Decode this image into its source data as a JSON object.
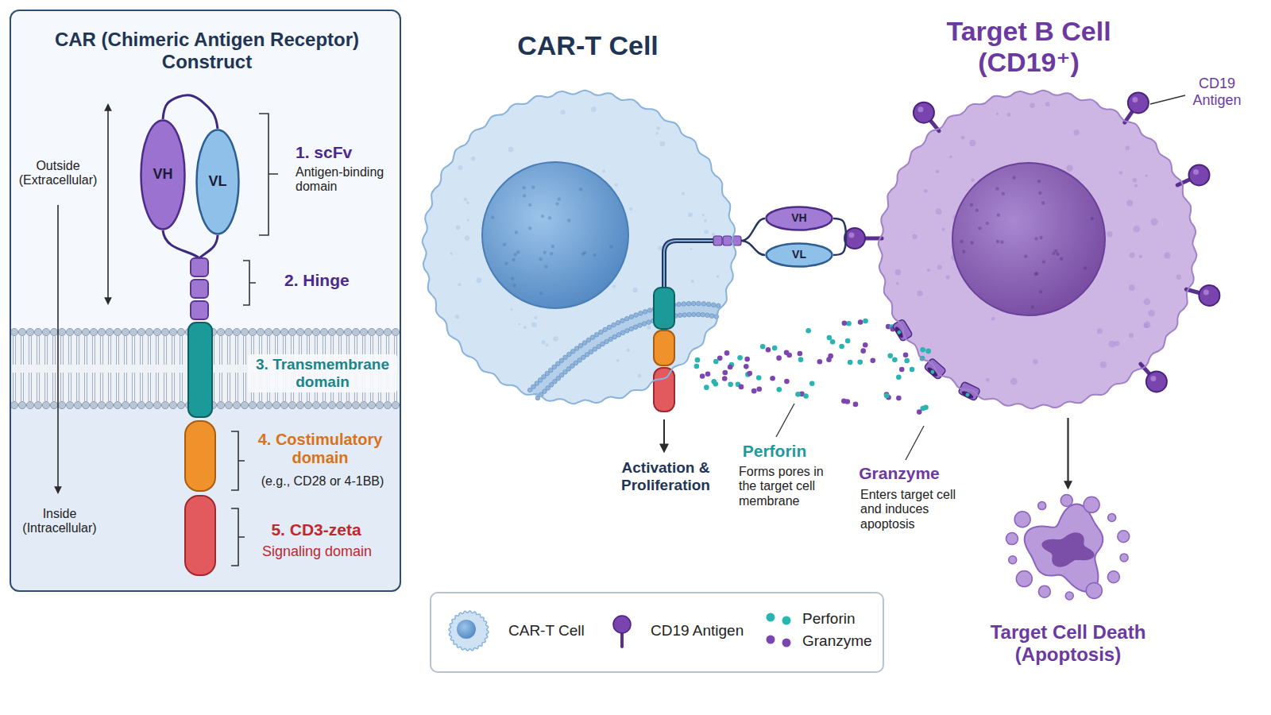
{
  "diagram": {
    "nodes": [
      {
        "text": [
          "CAR (Chimeric Antigen Receptor) Construct"
        ]
      },
      {
        "text": [
          "VH"
        ],
        "in": 0
      },
      {
        "text": [
          "VL"
        ],
        "in": 0
      },
      {
        "text": [
          "CAR-T Cell"
        ]
      },
      {
        "text": [
          "VH"
        ]
      },
      {
        "text": [
          "VL"
        ]
      },
      {
        "text": [
          "Target B Cell (CD19⁺)"
        ]
      },
      {
        "text": [
          "Target Cell Death (Apoptosis)"
        ]
      }
    ],
    "edges": [
      {
        "from": 1,
        "to": 2,
        "arrow": "none"
      },
      {
        "from": 4,
        "to": 5,
        "arrow": "none"
      },
      {
        "from": 6,
        "to": 7,
        "arrow": "to"
      }
    ],
    "labels": [
      "Outside (Extracellular)",
      "Inside (Intracellular)",
      "1. scFv",
      "Antigen-binding domain",
      "2. Hinge",
      "3. Transmembrane domain",
      "4. Costimulatory domain",
      "(e.g., CD28 or 4-1BB)",
      "5. CD3-zeta",
      "Signaling domain",
      "CD19 Antigen",
      "Activation & Proliferation",
      "Perforin",
      "Forms pores in the target cell membrane",
      "Granzyme",
      "Enters target cell and induces apoptosis"
    ],
    "legend": [
      {
        "text": "CAR-T Cell"
      },
      {
        "text": "CD19 Antigen"
      },
      {
        "text": "Perforin",
        "color": "#2bb5b2"
      },
      {
        "text": "Granzyme",
        "color": "#7c45b0"
      }
    ]
  }
}
